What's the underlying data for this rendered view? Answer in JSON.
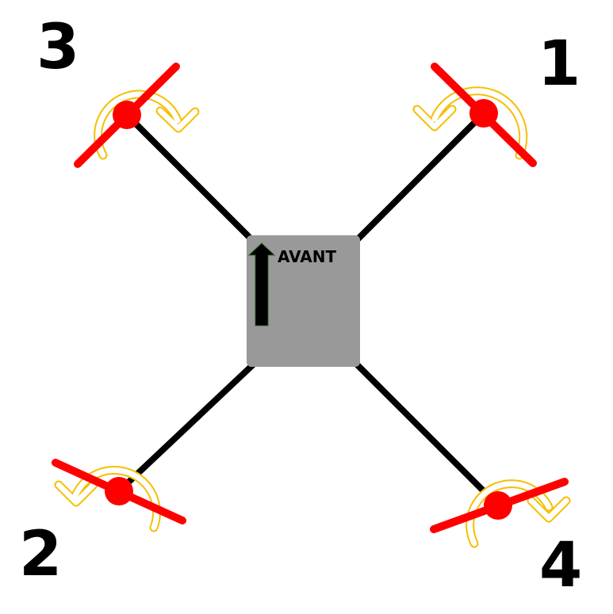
{
  "diagram": {
    "front_label": "AVANT",
    "motors": [
      {
        "label": "3",
        "position": "front-left",
        "rotation": "clockwise"
      },
      {
        "label": "1",
        "position": "front-right",
        "rotation": "counterclockwise"
      },
      {
        "label": "2",
        "position": "rear-left",
        "rotation": "counterclockwise"
      },
      {
        "label": "4",
        "position": "rear-right",
        "rotation": "clockwise"
      }
    ]
  },
  "colors": {
    "frame": "#000000",
    "body": "#999999",
    "propeller": "#ff0000",
    "rotation_arrow": "#f5bf00",
    "front_arrow_outline": "#2f5a1f"
  }
}
